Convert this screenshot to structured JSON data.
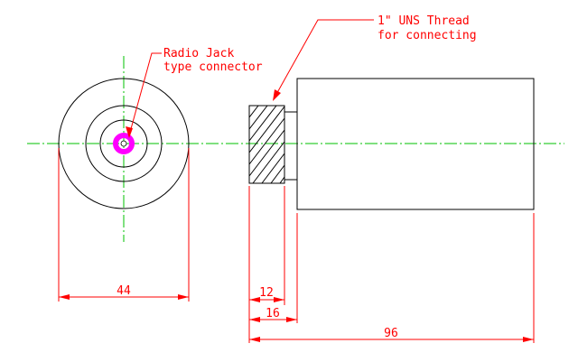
{
  "annotations": {
    "radio_jack_line1": "Radio Jack",
    "radio_jack_line2": "type connector",
    "thread_line1": "1\" UNS Thread",
    "thread_line2": "for connecting"
  },
  "dimensions": {
    "front_diameter": "44",
    "thread_length": "12",
    "collar_length": "16",
    "overall_length": "96"
  },
  "colors": {
    "dimension": "#ff0000",
    "outline": "#000000",
    "centerline": "#00c000",
    "connector": "#ff00ff"
  }
}
